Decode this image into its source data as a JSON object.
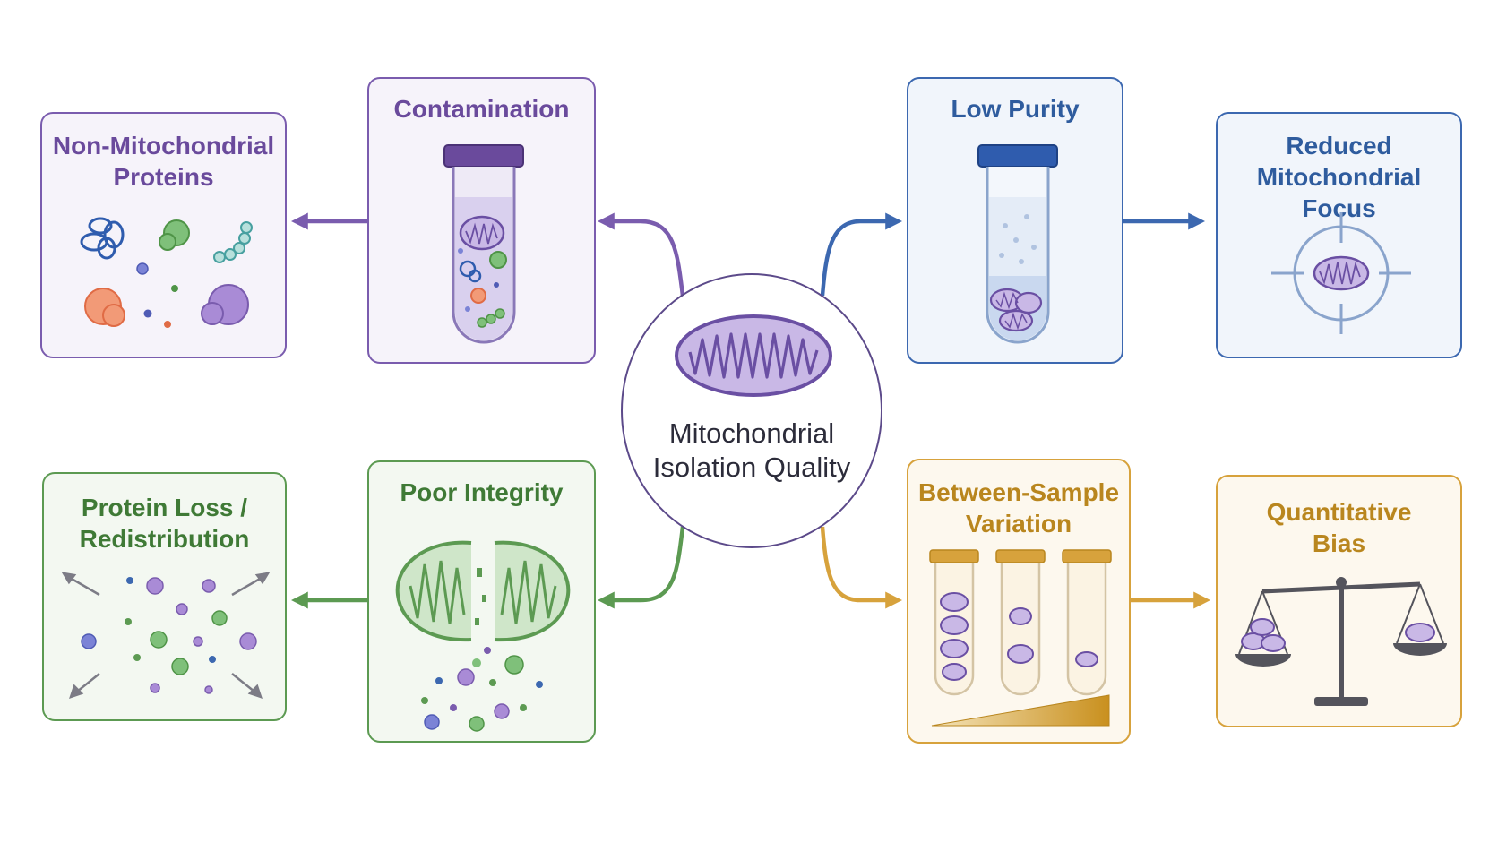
{
  "center": {
    "title": "Mitochondrial\nIsolation Quality"
  },
  "nodes": {
    "contamination": "Contamination",
    "non_mito_proteins": "Non-Mitochondrial\nProteins",
    "low_purity": "Low Purity",
    "reduced_focus": "Reduced\nMitochondrial Focus",
    "poor_integrity": "Poor Integrity",
    "protein_loss": "Protein Loss /\nRedistribution",
    "between_sample": "Between-Sample\nVariation",
    "quant_bias": "Quantitative\nBias"
  },
  "colors": {
    "purple": "#7a5cae",
    "blue": "#3c68b0",
    "green": "#5c9a52",
    "gold": "#d7a23c",
    "mito_fill": "#c9b8e6",
    "mito_stroke": "#6a4fa3"
  }
}
